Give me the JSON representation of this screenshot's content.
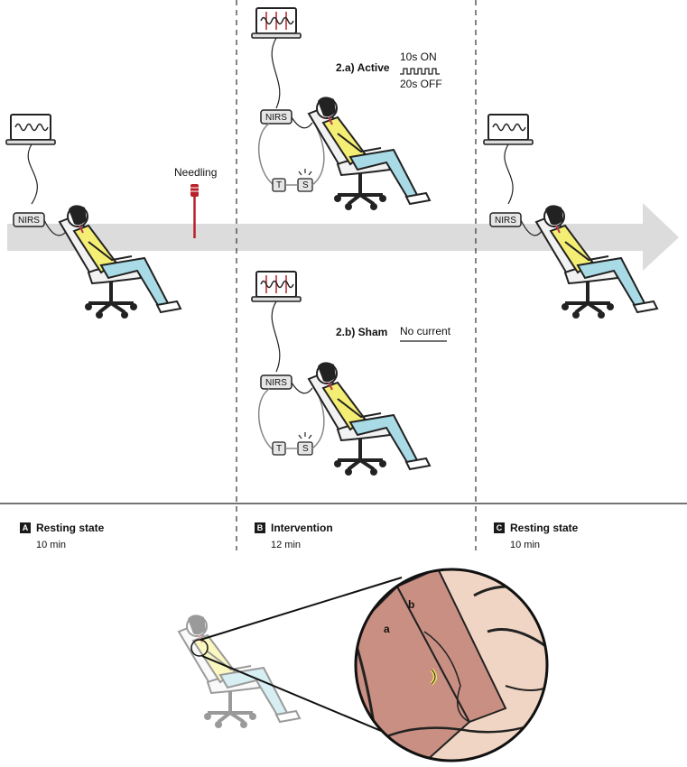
{
  "needling_label": "Needling",
  "monitor_box": "NIRS",
  "stim_boxes": {
    "t": "T",
    "s": "S"
  },
  "active": {
    "label": "2.a) Active",
    "on_label": "10s ON",
    "off_label": "20s OFF"
  },
  "sham": {
    "label": "2.b) Sham",
    "note": "No current"
  },
  "phases": [
    {
      "letter": "A",
      "title": "Resting state",
      "duration": "10 min"
    },
    {
      "letter": "B",
      "title": "Intervention",
      "duration": "12 min"
    },
    {
      "letter": "C",
      "title": "Resting state",
      "duration": "10 min"
    }
  ],
  "inset": {
    "label_a": "a",
    "label_b": "b"
  },
  "colors": {
    "arrow": "#dcdcdc",
    "needle": "#b8202a",
    "shirt": "#f4ee74",
    "pants": "#a8dbe6",
    "muscle": "#c98f82",
    "tissue": "#f1d5c4"
  }
}
